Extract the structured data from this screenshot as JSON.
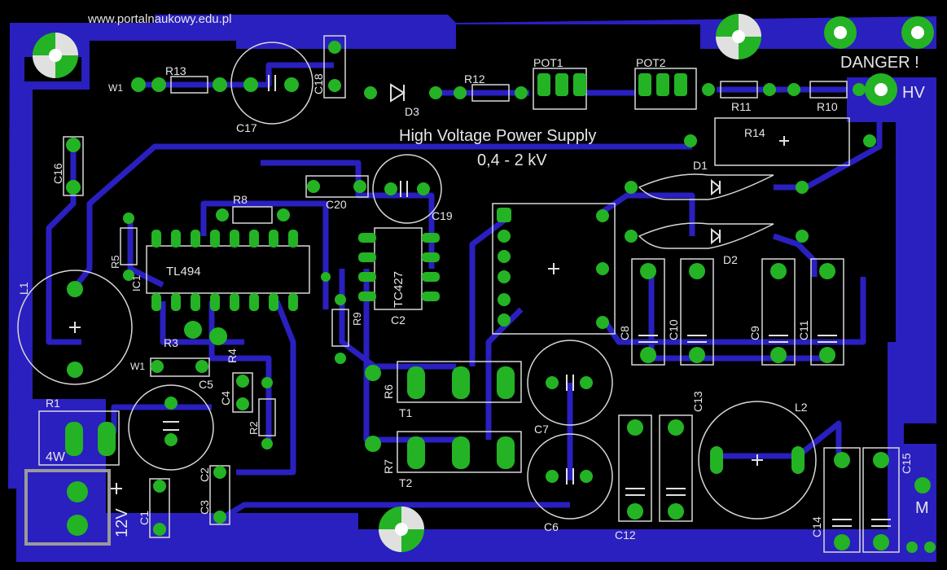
{
  "texts": {
    "watermark_top": "www.portalnaukowy.edu.pl",
    "watermark_mirror": "www.portalnaukowy.edu.pl",
    "title": "High Voltage Power Supply",
    "voltage_range": "0,4 - 2 kV",
    "danger": "DANGER !",
    "hv": "HV",
    "voltage_in": "12V",
    "m": "M",
    "r1_power": "4W",
    "w1a": "W1",
    "w1b": "W1",
    "ic_name": "TL494",
    "ic1": "IC1",
    "ic2": "TC427"
  },
  "components": {
    "R1": "R1",
    "R2": "R2",
    "R3": "R3",
    "R4": "R4",
    "R5": "R5",
    "R6": "R6",
    "R7": "R7",
    "R8": "R8",
    "R9": "R9",
    "R10": "R10",
    "R11": "R11",
    "R12": "R12",
    "R13": "R13",
    "R14": "R14",
    "C1": "C1",
    "C2": "C2",
    "C3": "C3",
    "C4": "C4",
    "C5": "C5",
    "C6": "C6",
    "C7": "C7",
    "C8": "C8",
    "C9": "C9",
    "C10": "C10",
    "C11": "C11",
    "C12": "C12",
    "C13": "C13",
    "C14": "C14",
    "C15": "C15",
    "C16": "C16",
    "C17": "C17",
    "C18": "C18",
    "C19": "C19",
    "C20": "C20",
    "D1": "D1",
    "D2": "D2",
    "D3": "D3",
    "L1": "L1",
    "L2": "L2",
    "T1": "T1",
    "T2": "T2",
    "POT1": "POT1",
    "POT2": "POT2"
  },
  "colors": {
    "board": "#000000",
    "copper": "#2a1fbf",
    "pad": "#24b324",
    "silkscreen": "#d8d8d8",
    "mirror_text": "#000000"
  }
}
